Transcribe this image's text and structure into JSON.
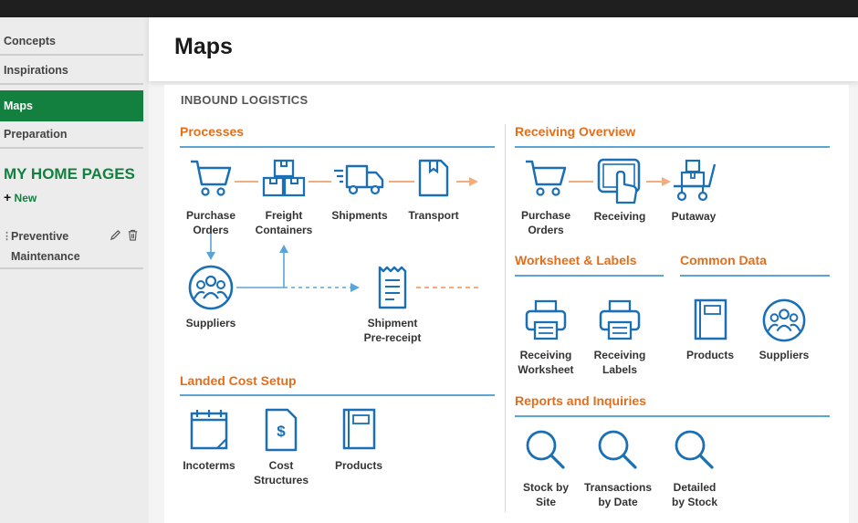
{
  "sidebar": {
    "items": [
      {
        "label": "Concepts"
      },
      {
        "label": "Inspirations"
      },
      {
        "label": "Maps"
      },
      {
        "label": "Preparation"
      }
    ],
    "home_pages_title": "MY HOME PAGES",
    "new_plus": "+",
    "new_label": " New",
    "home_item": {
      "line1": "Preventive",
      "line2": "Maintenance"
    }
  },
  "header": {
    "title": "Maps"
  },
  "content": {
    "heading": "INBOUND LOGISTICS",
    "processes": {
      "title": "Processes",
      "items": [
        {
          "line1": "Purchase",
          "line2": "Orders",
          "icon": "cart-icon"
        },
        {
          "line1": "Freight",
          "line2": "Containers",
          "icon": "boxes-icon"
        },
        {
          "line1": "Shipments",
          "line2": "",
          "icon": "truck-icon"
        },
        {
          "line1": "Transport",
          "line2": "",
          "icon": "document-icon"
        },
        {
          "line1": "Suppliers",
          "line2": "",
          "icon": "group-icon"
        },
        {
          "line1": "Shipment",
          "line2": "Pre-receipt",
          "icon": "receipt-icon"
        }
      ]
    },
    "landed_cost": {
      "title": "Landed Cost Setup",
      "items": [
        {
          "line1": "Incoterms",
          "line2": "",
          "icon": "calendar-icon"
        },
        {
          "line1": "Cost",
          "line2": "Structures",
          "icon": "dollar-doc-icon"
        },
        {
          "line1": "Products",
          "line2": "",
          "icon": "book-icon"
        }
      ]
    },
    "receiving_overview": {
      "title": "Receiving Overview",
      "items": [
        {
          "line1": "Purchase",
          "line2": "Orders",
          "icon": "cart-icon"
        },
        {
          "line1": "Receiving",
          "line2": "",
          "icon": "tablet-touch-icon"
        },
        {
          "line1": "Putaway",
          "line2": "",
          "icon": "trolley-icon"
        }
      ]
    },
    "worksheet_labels": {
      "title": "Worksheet & Labels",
      "items": [
        {
          "line1": "Receiving",
          "line2": "Worksheet",
          "icon": "printer-icon"
        },
        {
          "line1": "Receiving",
          "line2": "Labels",
          "icon": "printer-icon"
        }
      ]
    },
    "common_data": {
      "title": "Common Data",
      "items": [
        {
          "line1": "Products",
          "line2": "",
          "icon": "book-icon"
        },
        {
          "line1": "Suppliers",
          "line2": "",
          "icon": "group-icon"
        }
      ]
    },
    "reports": {
      "title": "Reports and Inquiries",
      "items": [
        {
          "line1": "Stock by",
          "line2": "Site",
          "icon": "magnifier-icon"
        },
        {
          "line1": "Transactions",
          "line2": "by Date",
          "icon": "magnifier-icon"
        },
        {
          "line1": "Detailed",
          "line2": "by Stock",
          "icon": "magnifier-icon"
        }
      ]
    }
  },
  "colors": {
    "brand_green": "#13803f",
    "section_orange": "#e36e1a",
    "icon_blue": "#1a6fb5",
    "connector_orange": "#f2ad7e",
    "connector_blue": "#5aa5d6"
  }
}
